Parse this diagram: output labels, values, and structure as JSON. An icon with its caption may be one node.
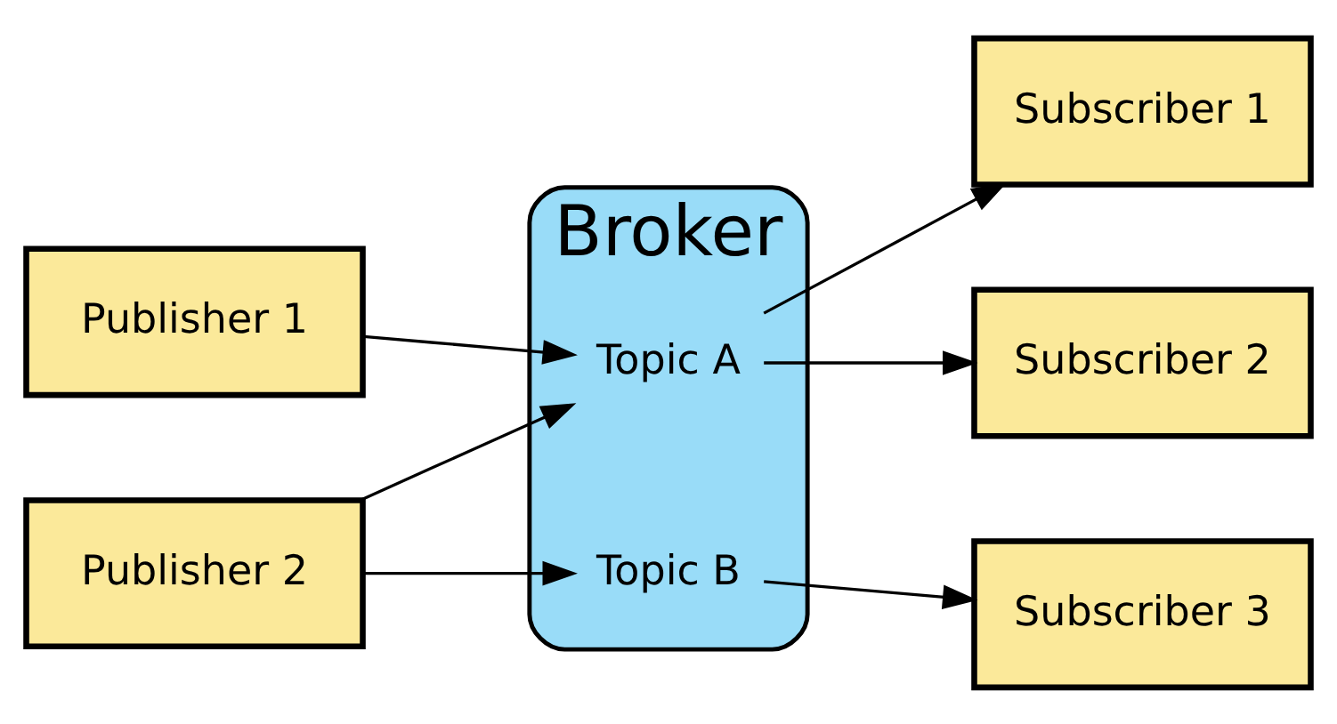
{
  "diagram": {
    "nodes": [
      {
        "text": [
          "Publisher 1"
        ]
      },
      {
        "text": [
          "Subscriber 1"
        ]
      },
      {
        "text": [
          "Broker"
        ]
      },
      {
        "text": [
          "Topic A"
        ],
        "in": 2
      },
      {
        "text": [
          "Subscriber 2"
        ]
      },
      {
        "text": [
          "Topic B"
        ],
        "in": 2
      },
      {
        "text": [
          "Publisher 2"
        ]
      },
      {
        "text": [
          "Subscriber 3"
        ]
      }
    ],
    "edges": [
      {
        "from": 0,
        "to": 3,
        "arrow": "to"
      },
      {
        "from": 6,
        "to": 3,
        "arrow": "to"
      },
      {
        "from": 6,
        "to": 5,
        "arrow": "to"
      },
      {
        "from": 3,
        "to": 1,
        "arrow": "to"
      },
      {
        "from": 3,
        "to": 4,
        "arrow": "to"
      },
      {
        "from": 5,
        "to": 7,
        "arrow": "to"
      }
    ]
  }
}
